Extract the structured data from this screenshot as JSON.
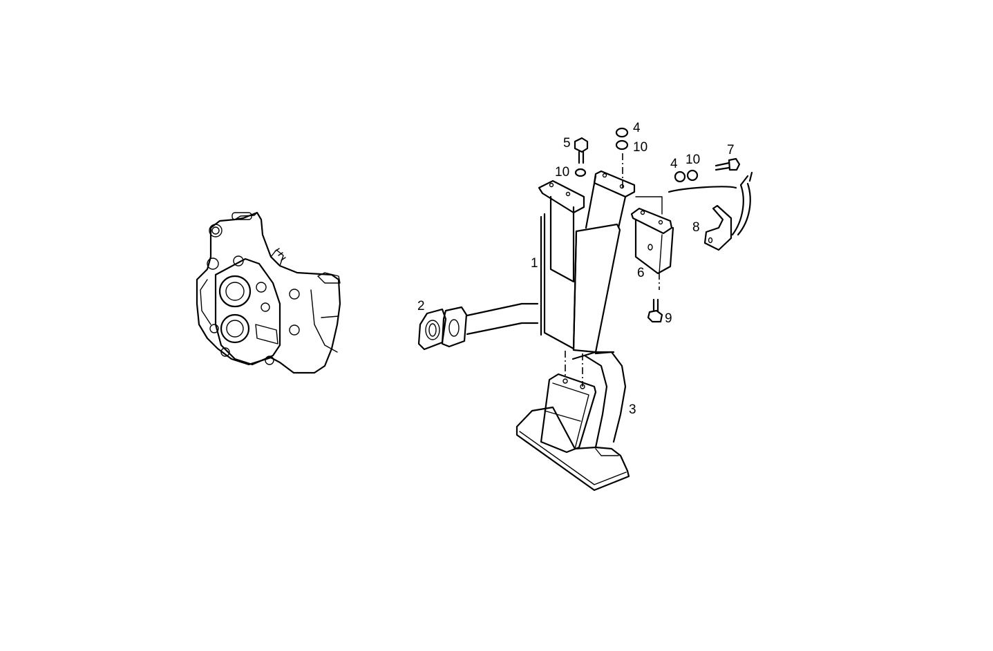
{
  "diagram": {
    "type": "exploded parts view",
    "background": "#ffffff",
    "line_color": "#000000",
    "components": [
      {
        "id": "oil-pump",
        "label": ""
      },
      {
        "id": "suction-pipe-bracket",
        "label": "1"
      },
      {
        "id": "gasket",
        "label": "2"
      },
      {
        "id": "suction-strainer",
        "label": "3"
      },
      {
        "id": "nut",
        "label": "4"
      },
      {
        "id": "bolt",
        "label": "5"
      },
      {
        "id": "bracket",
        "label": "6"
      },
      {
        "id": "bolt-7",
        "label": "7"
      },
      {
        "id": "clamp",
        "label": "8"
      },
      {
        "id": "bolt-9",
        "label": "9"
      },
      {
        "id": "washer",
        "label": "10"
      }
    ],
    "callouts": {
      "c1": "1",
      "c2": "2",
      "c3": "3",
      "c4a": "4",
      "c4b": "4",
      "c5": "5",
      "c6": "6",
      "c7": "7",
      "c8": "8",
      "c9": "9",
      "c10a": "10",
      "c10b": "10",
      "c10c": "10"
    }
  }
}
